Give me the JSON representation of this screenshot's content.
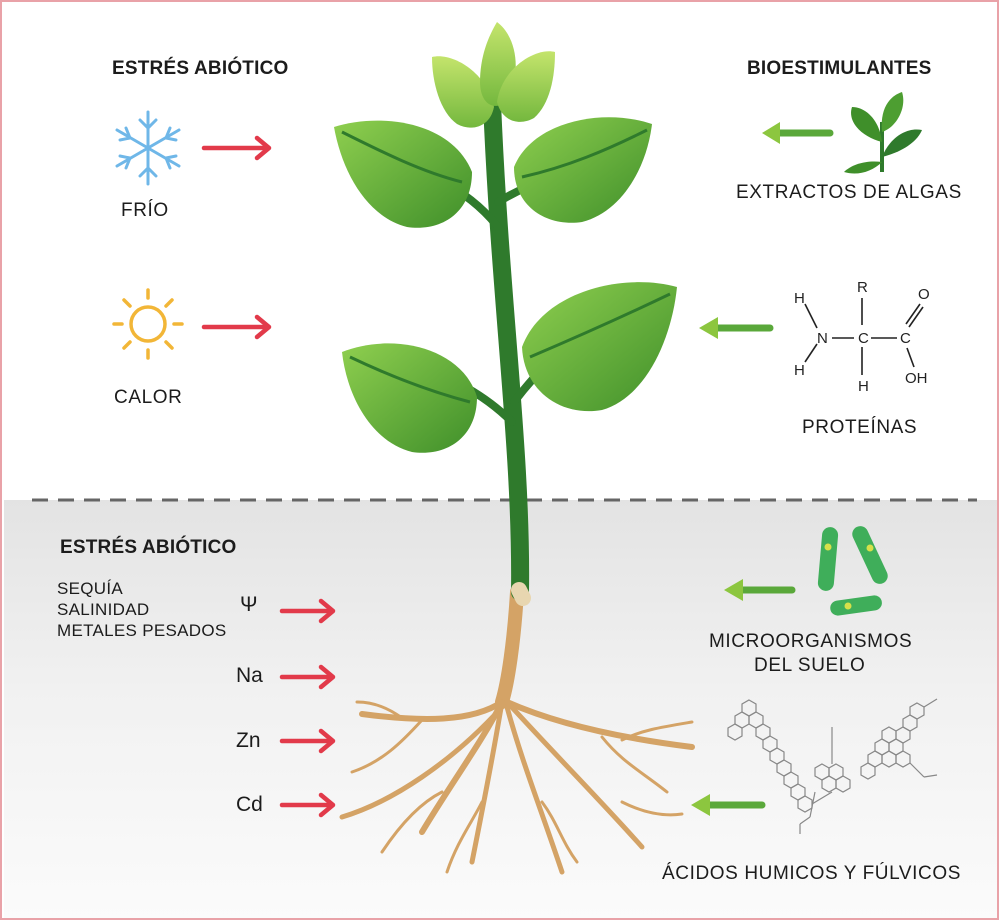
{
  "headings": {
    "top_left": "ESTRÉS ABIÓTICO",
    "top_right": "BIOESTIMULANTES",
    "bottom_left": "ESTRÉS ABIÓTICO"
  },
  "stressors": {
    "cold": "FRÍO",
    "heat": "CALOR",
    "soil_list": [
      "SEQUÍA",
      "SALINIDAD",
      "METALES PESADOS"
    ],
    "symbols": [
      "Ψ",
      "Na",
      "Zn",
      "Cd"
    ]
  },
  "biostimulants": {
    "algae": "EXTRACTOS DE ALGAS",
    "proteins": "PROTEÍNAS",
    "microbes_line1": "MICROORGANISMOS",
    "microbes_line2": "DEL SUELO",
    "humic": "ÁCIDOS HUMICOS Y FÚLVICOS"
  },
  "amino_acid": {
    "atoms": [
      "H",
      "N",
      "H",
      "R",
      "C",
      "H",
      "O",
      "C",
      "OH"
    ]
  },
  "colors": {
    "stress_arrow": "#e23a4a",
    "bio_arrow": "#5aa83a",
    "leaf": "#5ea936",
    "stem": "#2f7a2c",
    "root": "#d4a366",
    "frame_border": "#e9a2a8"
  }
}
